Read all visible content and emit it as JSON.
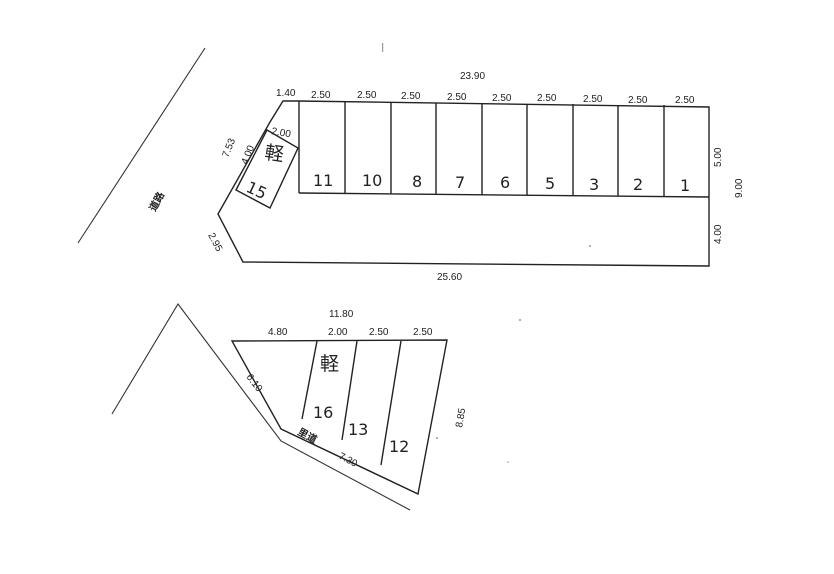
{
  "upper_lot": {
    "width_label": "23.90",
    "corner_label": "1.40",
    "space_width_labels": [
      "2.50",
      "2.50",
      "2.50",
      "2.50",
      "2.50",
      "2.50",
      "2.50",
      "2.50",
      "2.50"
    ],
    "space_numbers": [
      "11",
      "10",
      "8",
      "7",
      "6",
      "5",
      "3",
      "2",
      "1"
    ],
    "right_depth_label": "5.00",
    "right_total_label": "9.00",
    "right_lower_label": "4.00",
    "bottom_label": "25.60",
    "left_long_label": "7.53",
    "left_space_label": "4.00",
    "left_top_label": "2.00",
    "left_corner_label": "2.95",
    "kei_label": "軽",
    "kei_space_number": "15",
    "road_label": "道路"
  },
  "lower_lot": {
    "width_label": "11.80",
    "space_width_labels": [
      "4.80",
      "2.00",
      "2.50",
      "2.50"
    ],
    "kei_label": "軽",
    "space_numbers": [
      "16",
      "13",
      "12"
    ],
    "left_label": "6.10",
    "bottom_label": "7.30",
    "right_label": "8.85",
    "road_label": "里道"
  }
}
